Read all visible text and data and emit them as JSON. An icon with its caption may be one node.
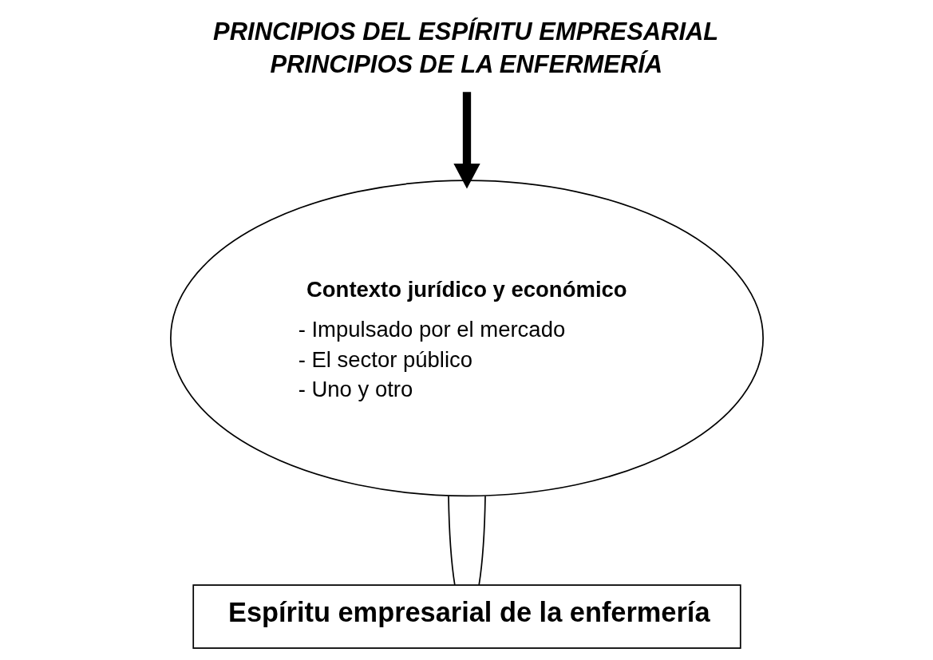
{
  "diagram": {
    "nodes": [
      {
        "text": [
          "PRINCIPIOS DEL ESPÍRITU EMPRESARIAL",
          "PRINCIPIOS DE LA ENFERMERÍA"
        ]
      },
      {
        "text": [
          "Contexto jurídico y económico",
          "- Impulsado por el mercado",
          "- El sector público",
          "- Uno y otro"
        ]
      },
      {
        "text": [
          "Espíritu empresarial de la enfermería"
        ]
      }
    ],
    "edges": [
      {
        "from": 0,
        "to": 1,
        "arrow": "to",
        "style": "thick"
      },
      {
        "from": 1,
        "to": 2,
        "arrow": "none"
      },
      {
        "from": 1,
        "to": 2,
        "arrow": "none"
      }
    ]
  }
}
